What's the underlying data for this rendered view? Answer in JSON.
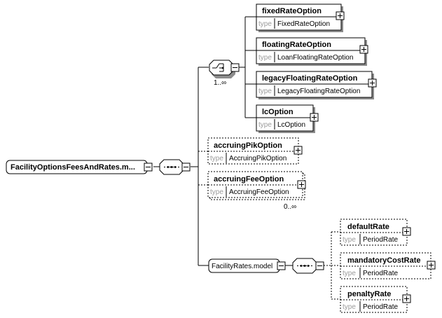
{
  "root": {
    "label": "FacilityOptionsFeesAndRates.m..."
  },
  "choice": {
    "occurrence": "1..∞"
  },
  "choice_items": [
    {
      "name": "fixedRateOption",
      "type_key": "type",
      "type": "FixedRateOption"
    },
    {
      "name": "floatingRateOption",
      "type_key": "type",
      "type": "LoanFloatingRateOption"
    },
    {
      "name": "legacyFloatingRateOption",
      "type_key": "type",
      "type": "LegacyFloatingRateOption"
    },
    {
      "name": "lcOption",
      "type_key": "type",
      "type": "LcOption"
    }
  ],
  "optional_items": [
    {
      "name": "accruingPikOption",
      "type_key": "type",
      "type": "AccruingPikOption"
    },
    {
      "name": "accruingFeeOption",
      "type_key": "type",
      "type": "AccruingFeeOption",
      "occurrence": "0..∞"
    }
  ],
  "group": {
    "label": "FacilityRates.model"
  },
  "group_items": [
    {
      "name": "defaultRate",
      "type_key": "type",
      "type": "PeriodRate"
    },
    {
      "name": "mandatoryCostRate",
      "type_key": "type",
      "type": "PeriodRate"
    },
    {
      "name": "penaltyRate",
      "type_key": "type",
      "type": "PeriodRate"
    }
  ]
}
